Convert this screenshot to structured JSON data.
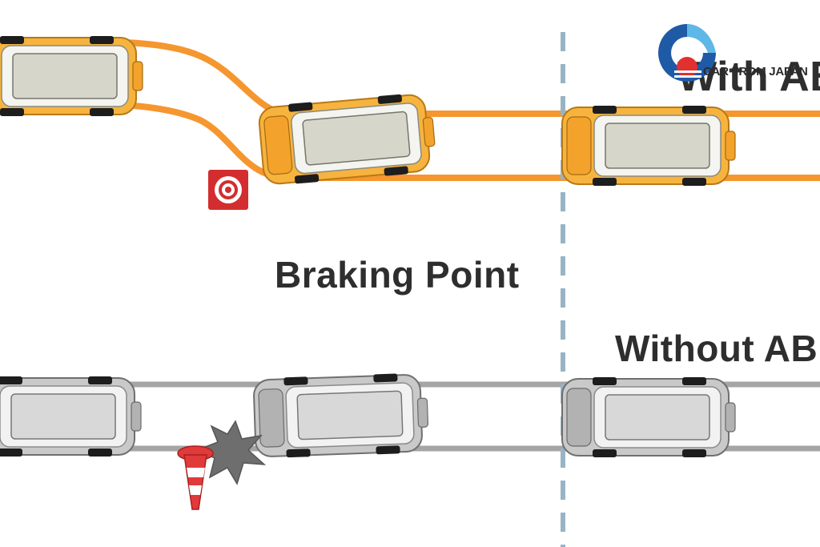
{
  "labels": {
    "with_abs": "With AB",
    "braking_point": "Braking Point",
    "without_abs": "Without AB"
  },
  "watermark": {
    "text": "CAR FROM JAPAN"
  },
  "colors": {
    "abs_path": "#f5962f",
    "abs_car_body": "#f6b43e",
    "no_abs_path": "#a5a5a5",
    "no_abs_car_body": "#c9c9c9",
    "divider": "#98b4c4",
    "target_sign": "#d32d2f",
    "text": "#2e2e2e"
  },
  "icons": [
    "obstacle-target-icon",
    "traffic-cone-icon",
    "crash-burst-icon",
    "logo-wave-icon"
  ]
}
